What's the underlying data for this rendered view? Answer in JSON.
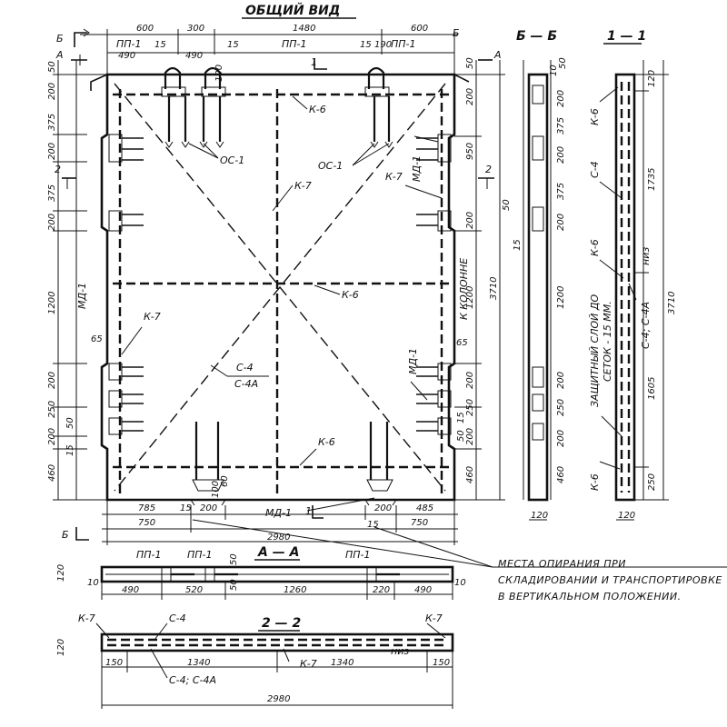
{
  "titles": {
    "general_view": "ОБЩИЙ ВИД",
    "section_b": "Б — Б",
    "section_1": "1 — 1",
    "section_a": "А — А",
    "section_2": "2 — 2"
  },
  "section_marks": {
    "b": "Б",
    "a": "А",
    "num1": "1",
    "num2": "2"
  },
  "elements": {
    "pp1": "ПП-1",
    "k6": "К-6",
    "k7": "К-7",
    "os1": "ОС-1",
    "md1": "МД-1",
    "c4": "С-4",
    "c4a": "С-4А",
    "c4_c4a": "С-4; С-4А",
    "niz": "низ",
    "k_kolonne": "К КОЛОННЕ",
    "protective": "ЗАЩИТНЫЙ СЛОЙ ДО",
    "protective2": "СЕТОК - 15 ММ."
  },
  "top_dims": {
    "d600a": "600",
    "d300": "300",
    "d1480": "1480",
    "d600b": "600",
    "d490a": "490",
    "d490b": "490",
    "d15a": "15",
    "d15b": "15",
    "d15c": "15",
    "d190": "190",
    "d100": "100"
  },
  "left_dims": {
    "d50": "50",
    "d200a": "200",
    "d375a": "375",
    "d200b": "200",
    "d375b": "375",
    "d200c": "200",
    "d1200": "1200",
    "d200d": "200",
    "d250": "250",
    "d50b": "50",
    "d200e": "200",
    "d15": "15",
    "d460": "460",
    "d65": "65"
  },
  "right_dims": {
    "d50": "50",
    "d200a": "200",
    "d950": "950",
    "d200b": "200",
    "d1200": "1200",
    "d3710": "3710",
    "d200c": "200",
    "d250": "250",
    "d200d": "200",
    "d460": "460",
    "d15": "15",
    "d65": "65",
    "d50b": "50"
  },
  "bottom_dims": {
    "d785": "785",
    "d15a": "15",
    "d200a": "200",
    "d200b": "200",
    "d485": "485",
    "d750a": "750",
    "d750b": "750",
    "d15b": "15",
    "d2980": "2980",
    "d100": "100",
    "d60": "60"
  },
  "section_b_dims": {
    "d10": "10",
    "d50": "50",
    "d200a": "200",
    "d375a": "375",
    "d200b": "200",
    "d375b": "375",
    "d200c": "200",
    "d1200": "1200",
    "d200d": "200",
    "d250": "250",
    "d200e": "200",
    "d460": "460",
    "d50b": "50",
    "d15": "15",
    "d120": "120"
  },
  "section_1_dims": {
    "d120a": "120",
    "d1735": "1735",
    "d3710": "3710",
    "d1605": "1605",
    "d250": "250",
    "d120b": "120"
  },
  "section_a_dims": {
    "d120": "120",
    "d10a": "10",
    "d490a": "490",
    "d520": "520",
    "d1260": "1260",
    "d220": "220",
    "d490b": "490",
    "d10b": "10",
    "d50a": "50",
    "d50b": "50"
  },
  "section_2_dims": {
    "d120": "120",
    "d150a": "150",
    "d1340a": "1340",
    "d1340b": "1340",
    "d150b": "150",
    "d2980": "2980"
  },
  "note": {
    "line1": "МЕСТА ОПИРАНИЯ   ПРИ",
    "line2": "СКЛАДИРОВАНИИ И ТРАНСПОРТИРОВКЕ",
    "line3": "В ВЕРТИКАЛЬНОМ ПОЛОЖЕНИИ."
  }
}
